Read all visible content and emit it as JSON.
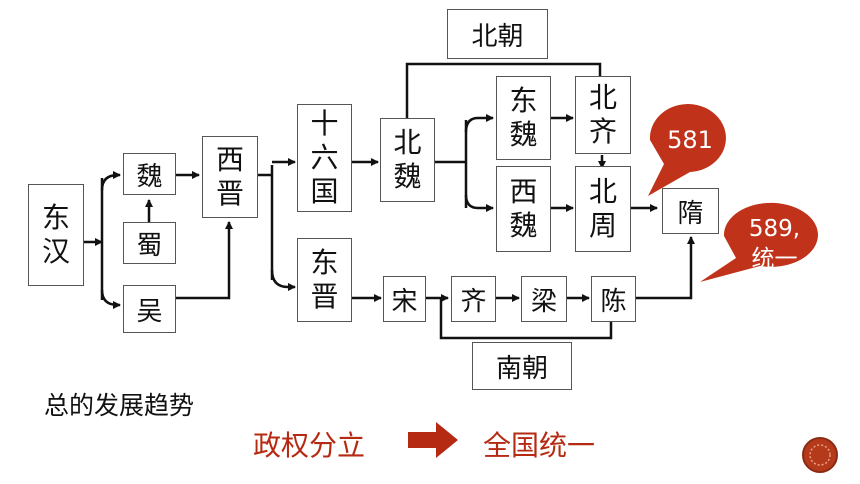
{
  "nodes": {
    "dong_han": "东汉",
    "wei": "魏",
    "shu": "蜀",
    "wu": "吴",
    "xi_jin": "西晋",
    "shiliu_guo": "十六国",
    "dong_jin": "东晋",
    "bei_wei": "北魏",
    "dong_wei": "东魏",
    "xi_wei": "西魏",
    "bei_qi": "北齐",
    "bei_zhou": "北周",
    "sui": "隋",
    "song": "宋",
    "qi": "齐",
    "liang": "梁",
    "chen": "陈",
    "bei_chao": "北朝",
    "nan_chao": "南朝"
  },
  "callouts": {
    "year_581": "581",
    "year_589_line1": "589,",
    "year_589_line2": "统一"
  },
  "trend": {
    "heading": "总的发展趋势",
    "from": "政权分立",
    "to": "全国统一"
  },
  "colors": {
    "accent_red": "#b52a12",
    "bubble_red": "#c0321a",
    "line": "#111111"
  }
}
